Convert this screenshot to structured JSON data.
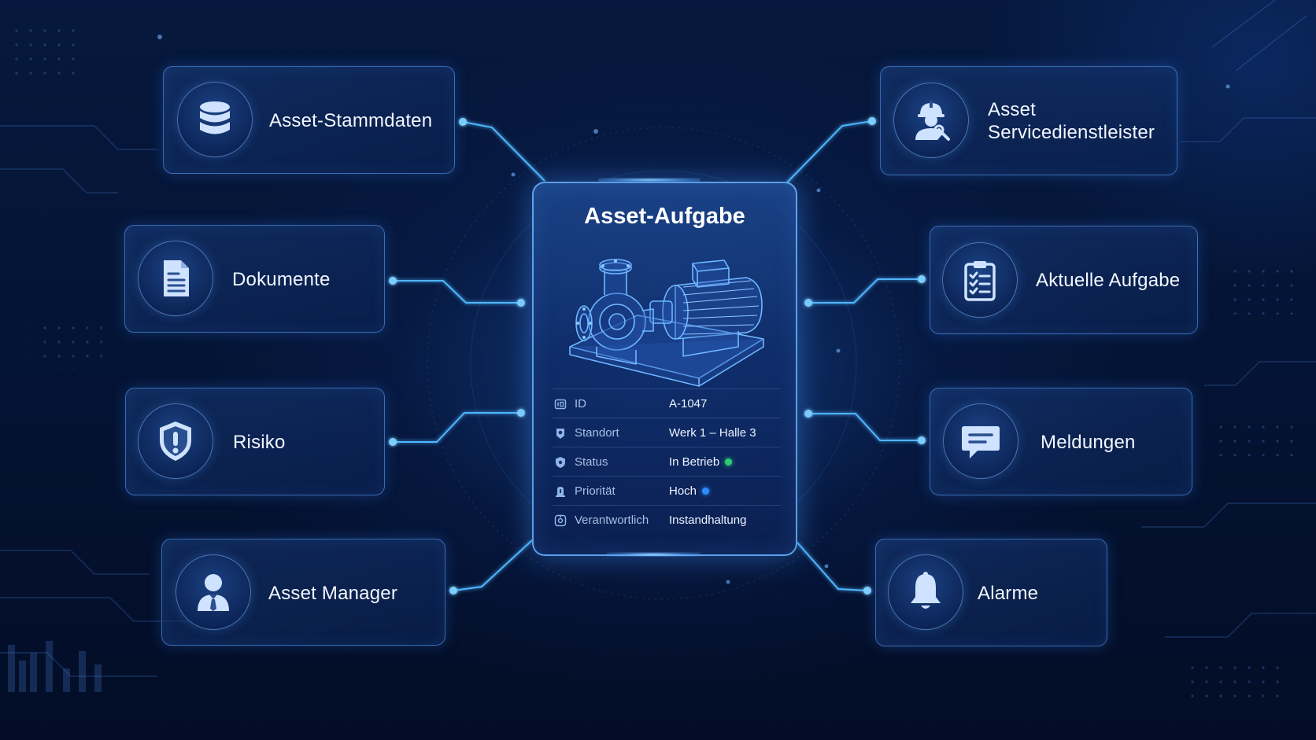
{
  "center": {
    "title": "Asset-Aufgabe",
    "properties": [
      {
        "key": "ID",
        "value": "A-1047",
        "icon": "id-card-icon"
      },
      {
        "key": "Standort",
        "value": "Werk 1 – Halle 3",
        "icon": "location-pin-icon"
      },
      {
        "key": "Status",
        "value": "In Betrieb",
        "icon": "shield-check-icon",
        "dot_color": "#2ecc71"
      },
      {
        "key": "Priorität",
        "value": "Hoch",
        "icon": "priority-icon",
        "dot_color": "#2f8cff"
      },
      {
        "key": "Verantwortlich",
        "value": "Instandhaltung",
        "icon": "responsible-icon"
      }
    ]
  },
  "nodes": {
    "asset_stammdaten": {
      "label": "Asset-Stammdaten",
      "icon": "database-icon"
    },
    "dokumente": {
      "label": "Dokumente",
      "icon": "document-icon"
    },
    "risiko": {
      "label": "Risiko",
      "icon": "shield-alert-icon"
    },
    "asset_manager": {
      "label": "Asset Manager",
      "icon": "manager-icon"
    },
    "servicedienstleister": {
      "label": "Asset\nServicedienstleister",
      "icon": "technician-icon"
    },
    "aktuelle_aufgabe": {
      "label": "Aktuelle Aufgabe",
      "icon": "clipboard-checklist-icon"
    },
    "meldungen": {
      "label": "Meldungen",
      "icon": "chat-message-icon"
    },
    "alarme": {
      "label": "Alarme",
      "icon": "bell-icon"
    }
  },
  "colors": {
    "background": "#041230",
    "accent": "#4fb6ff",
    "panel_border": "#5fa5ff",
    "status_green": "#2ecc71",
    "priority_blue": "#2f8cff"
  }
}
